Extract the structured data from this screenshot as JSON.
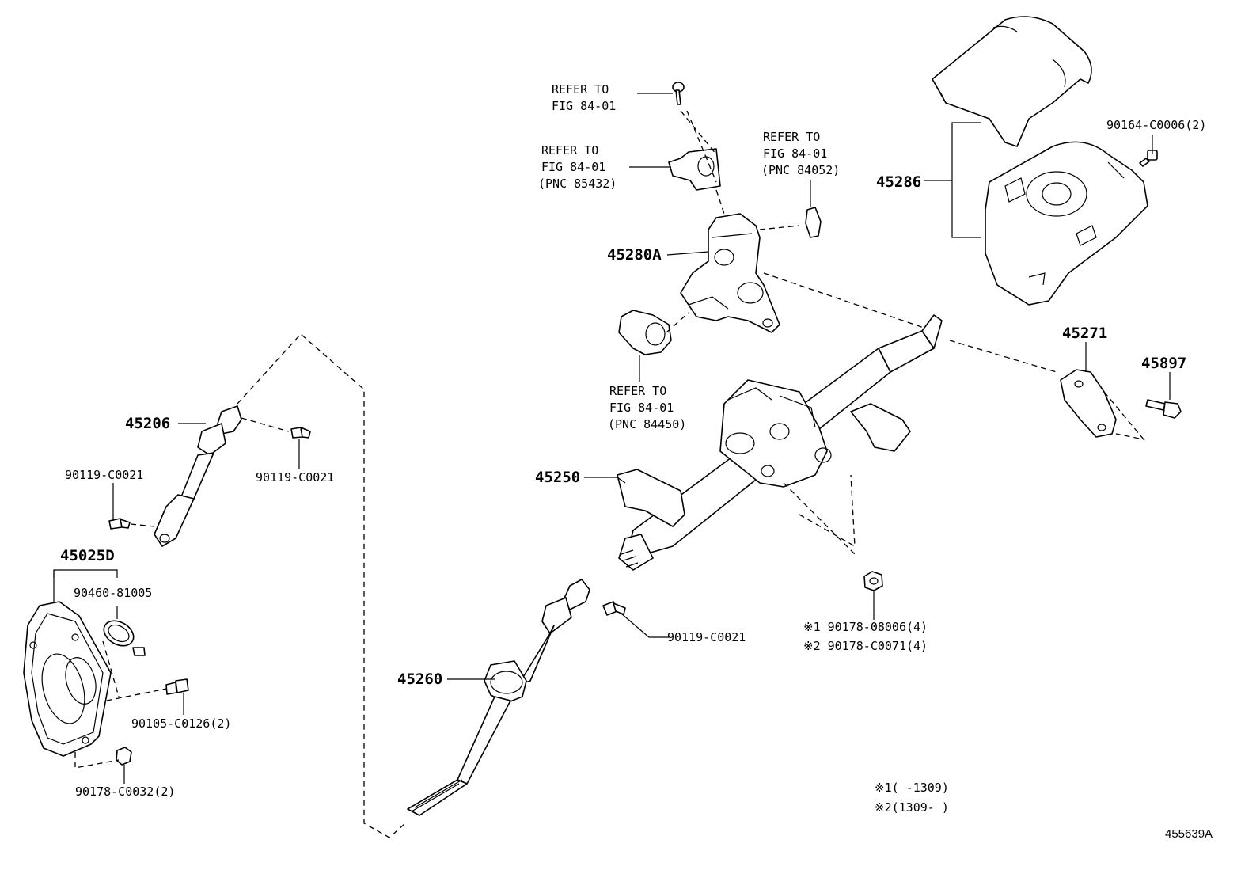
{
  "refer": {
    "r1": {
      "l1": "REFER TO",
      "l2": "FIG 84-01"
    },
    "r2": {
      "l1": "REFER TO",
      "l2": "FIG 84-01",
      "l3": "(PNC 85432)"
    },
    "r3": {
      "l1": "REFER TO",
      "l2": "FIG 84-01",
      "l3": "(PNC 84052)"
    },
    "r4": {
      "l1": "REFER TO",
      "l2": "FIG 84-01",
      "l3": "(PNC 84450)"
    }
  },
  "parts": {
    "p45286": "45286",
    "p90164": "90164-C0006(2)",
    "p45280A": "45280A",
    "p45271": "45271",
    "p45897": "45897",
    "p45206": "45206",
    "p90119a": "90119-C0021",
    "p90119b": "90119-C0021",
    "p90119c": "90119-C0021",
    "p45250": "45250",
    "p45025D": "45025D",
    "p90460": "90460-81005",
    "p90105": "90105-C0126(2)",
    "p90178c": "90178-C0032(2)",
    "p45260": "45260",
    "p90178a": "※1 90178-08006(4)",
    "p90178b": "※2 90178-C0071(4)"
  },
  "notes": {
    "n1": "※1(    -1309)",
    "n2": "※2(1309-    )"
  },
  "figure_id": "455639A"
}
